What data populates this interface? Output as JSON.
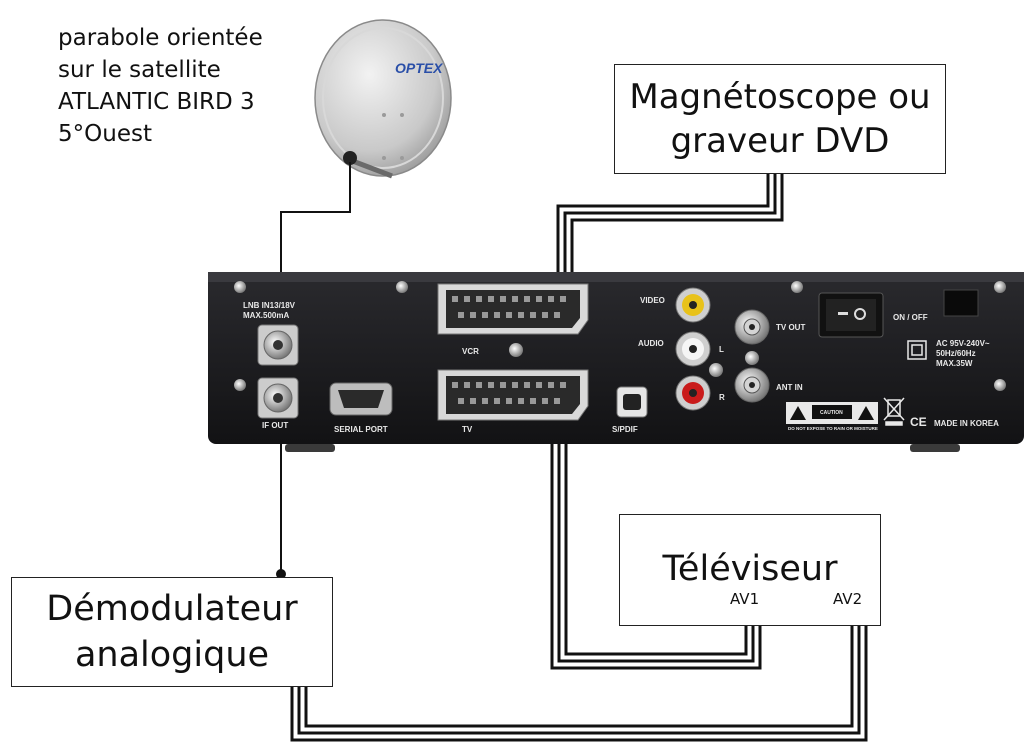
{
  "dish": {
    "brand": "OPTEX",
    "caption": [
      "parabole orientée",
      "sur le satellite",
      "ATLANTIC BIRD 3",
      "5°Ouest"
    ]
  },
  "vcr_box": {
    "lines": [
      "Magnétoscope ou",
      "graveur DVD"
    ]
  },
  "demod_box": {
    "lines": [
      "Démodulateur",
      "analogique"
    ]
  },
  "tv_box": {
    "title": "Téléviseur",
    "port_av1": "AV1",
    "port_av2": "AV2"
  },
  "receiver": {
    "lnb_label_1": "LNB IN13/18V",
    "lnb_label_2": "MAX.500mA",
    "if_out": "IF OUT",
    "serial_port": "SERIAL PORT",
    "vcr": "VCR",
    "tv": "TV",
    "video": "VIDEO",
    "audio": "AUDIO",
    "audio_l": "L",
    "audio_r": "R",
    "spdif": "S/PDIF",
    "tv_out": "TV OUT",
    "ant_in": "ANT IN",
    "on_off": "ON / OFF",
    "power_1": "AC 95V-240V~",
    "power_2": "50Hz/60Hz",
    "power_3": "MAX.35W",
    "caution": "CAUTION",
    "caution_sub": "DO NOT EXPOSE TO RAIN OR MOISTURE",
    "ce": "CE",
    "made_in": "MADE IN KOREA"
  },
  "colors": {
    "receiver_body": "#1b1b1e",
    "rca_yellow": "#e8c21a",
    "rca_red": "#c91b1b",
    "cable": "#111111"
  }
}
